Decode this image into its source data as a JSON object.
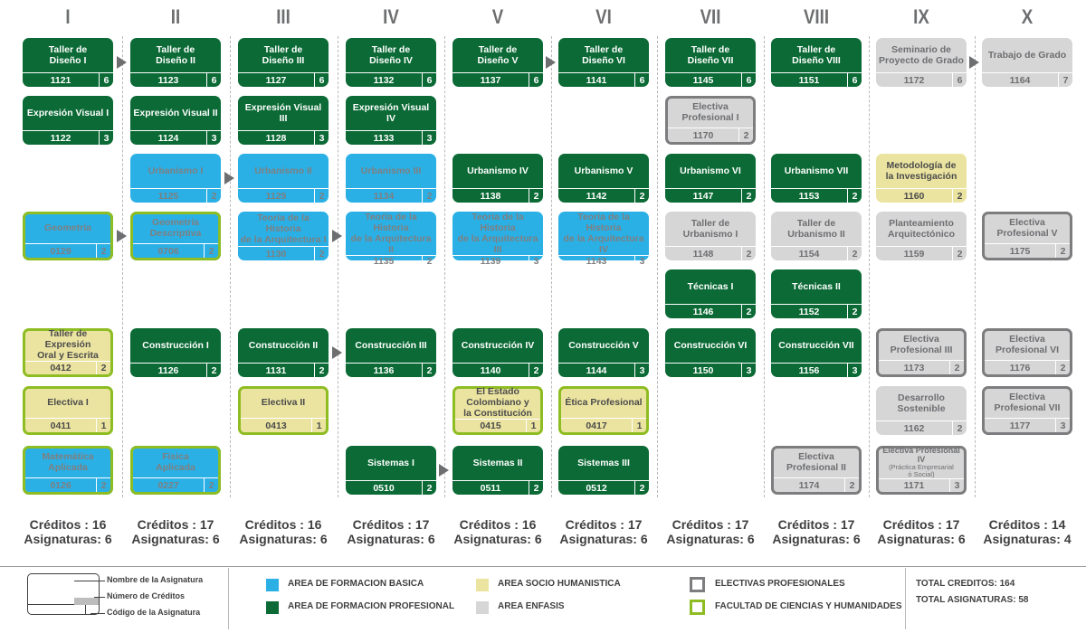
{
  "semesters": [
    {
      "label": "I",
      "creditos": "Créditos : 16",
      "asignaturas": "Asignaturas: 6"
    },
    {
      "label": "II",
      "creditos": "Créditos : 17",
      "asignaturas": "Asignaturas: 6"
    },
    {
      "label": "III",
      "creditos": "Créditos : 16",
      "asignaturas": "Asignaturas: 6"
    },
    {
      "label": "IV",
      "creditos": "Créditos : 17",
      "asignaturas": "Asignaturas: 6"
    },
    {
      "label": "V",
      "creditos": "Créditos : 16",
      "asignaturas": "Asignaturas: 6"
    },
    {
      "label": "VI",
      "creditos": "Créditos : 17",
      "asignaturas": "Asignaturas: 6"
    },
    {
      "label": "VII",
      "creditos": "Créditos : 17",
      "asignaturas": "Asignaturas: 6"
    },
    {
      "label": "VIII",
      "creditos": "Créditos : 17",
      "asignaturas": "Asignaturas: 6"
    },
    {
      "label": "IX",
      "creditos": "Créditos : 17",
      "asignaturas": "Asignaturas: 6"
    },
    {
      "label": "X",
      "creditos": "Créditos : 14",
      "asignaturas": "Asignaturas: 4"
    }
  ],
  "courses": [
    {
      "name": "Taller de\nDiseño I",
      "code": "1121",
      "credits": "6",
      "type": "green",
      "border": "none",
      "col": 0,
      "row": 0
    },
    {
      "name": "Expresión Visual I",
      "code": "1122",
      "credits": "3",
      "type": "green",
      "border": "none",
      "col": 0,
      "row": 1
    },
    {
      "name": "Geometría",
      "code": "0129",
      "credits": "2",
      "type": "blue",
      "border": "lime",
      "col": 0,
      "row": 3
    },
    {
      "name": "Taller de Expresión\nOral y Escrita",
      "code": "0412",
      "credits": "2",
      "type": "yellow",
      "border": "lime",
      "col": 0,
      "row": 5
    },
    {
      "name": "Electiva I",
      "code": "0411",
      "credits": "1",
      "type": "yellow",
      "border": "lime",
      "col": 0,
      "row": 6
    },
    {
      "name": "Matemática\nAplicada",
      "code": "0126",
      "credits": "2",
      "type": "blue",
      "border": "lime",
      "col": 0,
      "row": 7
    },
    {
      "name": "Taller de\nDiseño II",
      "code": "1123",
      "credits": "6",
      "type": "green",
      "border": "none",
      "col": 1,
      "row": 0
    },
    {
      "name": "Expresión Visual II",
      "code": "1124",
      "credits": "3",
      "type": "green",
      "border": "none",
      "col": 1,
      "row": 1
    },
    {
      "name": "Urbanismo I",
      "code": "1125",
      "credits": "2",
      "type": "blue",
      "border": "none",
      "col": 1,
      "row": 2
    },
    {
      "name": "Geometría\nDescriptiva",
      "code": "0706",
      "credits": "2",
      "type": "blue",
      "border": "lime",
      "col": 1,
      "row": 3
    },
    {
      "name": "Construcción I",
      "code": "1126",
      "credits": "2",
      "type": "green",
      "border": "none",
      "col": 1,
      "row": 5
    },
    {
      "name": "Física\nAplicada",
      "code": "0227",
      "credits": "2",
      "type": "blue",
      "border": "lime",
      "col": 1,
      "row": 7
    },
    {
      "name": "Taller de\nDiseño III",
      "code": "1127",
      "credits": "6",
      "type": "green",
      "border": "none",
      "col": 2,
      "row": 0
    },
    {
      "name": "Expresión Visual III",
      "code": "1128",
      "credits": "3",
      "type": "green",
      "border": "none",
      "col": 2,
      "row": 1
    },
    {
      "name": "Urbanismo II",
      "code": "1129",
      "credits": "2",
      "type": "blue",
      "border": "none",
      "col": 2,
      "row": 2
    },
    {
      "name": "Teoría de la Historia\nde la Arquitectura I",
      "code": "1130",
      "credits": "2",
      "type": "blue",
      "border": "none",
      "col": 2,
      "row": 3
    },
    {
      "name": "Construcción II",
      "code": "1131",
      "credits": "2",
      "type": "green",
      "border": "none",
      "col": 2,
      "row": 5
    },
    {
      "name": "Electiva II",
      "code": "0413",
      "credits": "1",
      "type": "yellow",
      "border": "lime",
      "col": 2,
      "row": 6
    },
    {
      "name": "Taller de\nDiseño IV",
      "code": "1132",
      "credits": "6",
      "type": "green",
      "border": "none",
      "col": 3,
      "row": 0
    },
    {
      "name": "Expresión Visual IV",
      "code": "1133",
      "credits": "3",
      "type": "green",
      "border": "none",
      "col": 3,
      "row": 1
    },
    {
      "name": "Urbanismo III",
      "code": "1134",
      "credits": "2",
      "type": "blue",
      "border": "none",
      "col": 3,
      "row": 2
    },
    {
      "name": "Teoría de la Historia\nde la Arquitectura II",
      "code": "1135",
      "credits": "2",
      "type": "blue",
      "border": "none",
      "col": 3,
      "row": 3
    },
    {
      "name": "Construcción III",
      "code": "1136",
      "credits": "2",
      "type": "green",
      "border": "none",
      "col": 3,
      "row": 5
    },
    {
      "name": "Sistemas I",
      "code": "0510",
      "credits": "2",
      "type": "green",
      "border": "none",
      "col": 3,
      "row": 7
    },
    {
      "name": "Taller de\nDiseño V",
      "code": "1137",
      "credits": "6",
      "type": "green",
      "border": "none",
      "col": 4,
      "row": 0
    },
    {
      "name": "Urbanismo IV",
      "code": "1138",
      "credits": "2",
      "type": "green",
      "border": "none",
      "col": 4,
      "row": 2
    },
    {
      "name": "Teoría de la Historia\nde la Arquitectura III",
      "code": "1139",
      "credits": "3",
      "type": "blue",
      "border": "none",
      "col": 4,
      "row": 3
    },
    {
      "name": "Construcción IV",
      "code": "1140",
      "credits": "2",
      "type": "green",
      "border": "none",
      "col": 4,
      "row": 5
    },
    {
      "name": "El Estado\nColombiano y\nla Constitución",
      "code": "0415",
      "credits": "1",
      "type": "yellow",
      "border": "lime",
      "col": 4,
      "row": 6
    },
    {
      "name": "Sistemas II",
      "code": "0511",
      "credits": "2",
      "type": "green",
      "border": "none",
      "col": 4,
      "row": 7
    },
    {
      "name": "Taller de\nDiseño VI",
      "code": "1141",
      "credits": "6",
      "type": "green",
      "border": "none",
      "col": 5,
      "row": 0
    },
    {
      "name": "Urbanismo V",
      "code": "1142",
      "credits": "2",
      "type": "green",
      "border": "none",
      "col": 5,
      "row": 2
    },
    {
      "name": "Teoría de la Historia\nde la Arquitectura IV",
      "code": "1143",
      "credits": "3",
      "type": "blue",
      "border": "none",
      "col": 5,
      "row": 3
    },
    {
      "name": "Construcción V",
      "code": "1144",
      "credits": "3",
      "type": "green",
      "border": "none",
      "col": 5,
      "row": 5
    },
    {
      "name": "Ética Profesional",
      "code": "0417",
      "credits": "1",
      "type": "yellow",
      "border": "lime",
      "col": 5,
      "row": 6
    },
    {
      "name": "Sistemas III",
      "code": "0512",
      "credits": "2",
      "type": "green",
      "border": "none",
      "col": 5,
      "row": 7
    },
    {
      "name": "Taller de\nDiseño VII",
      "code": "1145",
      "credits": "6",
      "type": "green",
      "border": "none",
      "col": 6,
      "row": 0
    },
    {
      "name": "Electiva\nProfesional I",
      "code": "1170",
      "credits": "2",
      "type": "gray",
      "border": "gray",
      "col": 6,
      "row": 1
    },
    {
      "name": "Urbanismo VI",
      "code": "1147",
      "credits": "2",
      "type": "green",
      "border": "none",
      "col": 6,
      "row": 2
    },
    {
      "name": "Taller de\nUrbanismo I",
      "code": "1148",
      "credits": "2",
      "type": "gray",
      "border": "none",
      "col": 6,
      "row": 3
    },
    {
      "name": "Técnicas I",
      "code": "1146",
      "credits": "2",
      "type": "green",
      "border": "none",
      "col": 6,
      "row": 4
    },
    {
      "name": "Construcción VI",
      "code": "1150",
      "credits": "3",
      "type": "green",
      "border": "none",
      "col": 6,
      "row": 5
    },
    {
      "name": "Taller de\nDiseño VIII",
      "code": "1151",
      "credits": "6",
      "type": "green",
      "border": "none",
      "col": 7,
      "row": 0
    },
    {
      "name": "Urbanismo VII",
      "code": "1153",
      "credits": "2",
      "type": "green",
      "border": "none",
      "col": 7,
      "row": 2
    },
    {
      "name": "Taller de\nUrbanismo II",
      "code": "1154",
      "credits": "2",
      "type": "gray",
      "border": "none",
      "col": 7,
      "row": 3
    },
    {
      "name": "Técnicas II",
      "code": "1152",
      "credits": "2",
      "type": "green",
      "border": "none",
      "col": 7,
      "row": 4
    },
    {
      "name": "Construcción VII",
      "code": "1156",
      "credits": "3",
      "type": "green",
      "border": "none",
      "col": 7,
      "row": 5
    },
    {
      "name": "Electiva\nProfesional II",
      "code": "1174",
      "credits": "2",
      "type": "gray",
      "border": "gray",
      "col": 7,
      "row": 7
    },
    {
      "name": "Seminario de\nProyecto de Grado",
      "code": "1172",
      "credits": "6",
      "type": "gray",
      "border": "none",
      "col": 8,
      "row": 0
    },
    {
      "name": "Metodología de\nla Investigación",
      "code": "1160",
      "credits": "2",
      "type": "yellow",
      "border": "none",
      "col": 8,
      "row": 2
    },
    {
      "name": "Planteamiento\nArquitectónico",
      "code": "1159",
      "credits": "2",
      "type": "gray",
      "border": "none",
      "col": 8,
      "row": 3
    },
    {
      "name": "Electiva\nProfesional III",
      "code": "1173",
      "credits": "2",
      "type": "gray",
      "border": "gray",
      "col": 8,
      "row": 5
    },
    {
      "name": "Desarrollo\nSostenible",
      "code": "1162",
      "credits": "2",
      "type": "gray",
      "border": "none",
      "col": 8,
      "row": 6
    },
    {
      "name": "Electiva Profesional IV",
      "sub": "(Práctica Empresarial\nó Social)",
      "code": "1171",
      "credits": "3",
      "type": "gray",
      "border": "gray",
      "col": 8,
      "row": 7
    },
    {
      "name": "Trabajo de Grado",
      "code": "1164",
      "credits": "7",
      "type": "gray",
      "border": "none",
      "col": 9,
      "row": 0
    },
    {
      "name": "Electiva\nProfesional V",
      "code": "1175",
      "credits": "2",
      "type": "gray",
      "border": "gray",
      "col": 9,
      "row": 3
    },
    {
      "name": "Electiva\nProfesional VI",
      "code": "1176",
      "credits": "2",
      "type": "gray",
      "border": "gray",
      "col": 9,
      "row": 5
    },
    {
      "name": "Electiva\nProfesional VII",
      "code": "1177",
      "credits": "3",
      "type": "gray",
      "border": "gray",
      "col": 9,
      "row": 6
    }
  ],
  "arrows": [
    {
      "col": 0,
      "row": 0
    },
    {
      "col": 0,
      "row": 3
    },
    {
      "col": 1,
      "row": 2
    },
    {
      "col": 2,
      "row": 3
    },
    {
      "col": 2,
      "row": 5
    },
    {
      "col": 3,
      "row": 7
    },
    {
      "col": 4,
      "row": 0
    },
    {
      "col": 8,
      "row": 0
    }
  ],
  "legend": {
    "nombre": "Nombre de la Asignatura",
    "numero": "Número de Créditos",
    "codigo": "Código de la Asignatura",
    "basica": "AREA DE FORMACION BASICA",
    "profesional": "AREA DE FORMACION PROFESIONAL",
    "socio": "AREA SOCIO HUMANISTICA",
    "enfasis": "AREA ENFASIS",
    "electivas": "ELECTIVAS PROFESIONALES",
    "facultad": "FACULTAD DE CIENCIAS Y HUMANIDADES",
    "total_creditos": "TOTAL CREDITOS: 164",
    "total_asignaturas": "TOTAL ASIGNATURAS: 58"
  },
  "colors": {
    "green": "#0b6a35",
    "blue": "#2bb0e6",
    "yellow": "#ebe4a1",
    "gray": "#d6d6d7",
    "lime": "#8ebd23",
    "gray_border": "#7d7d7f"
  }
}
